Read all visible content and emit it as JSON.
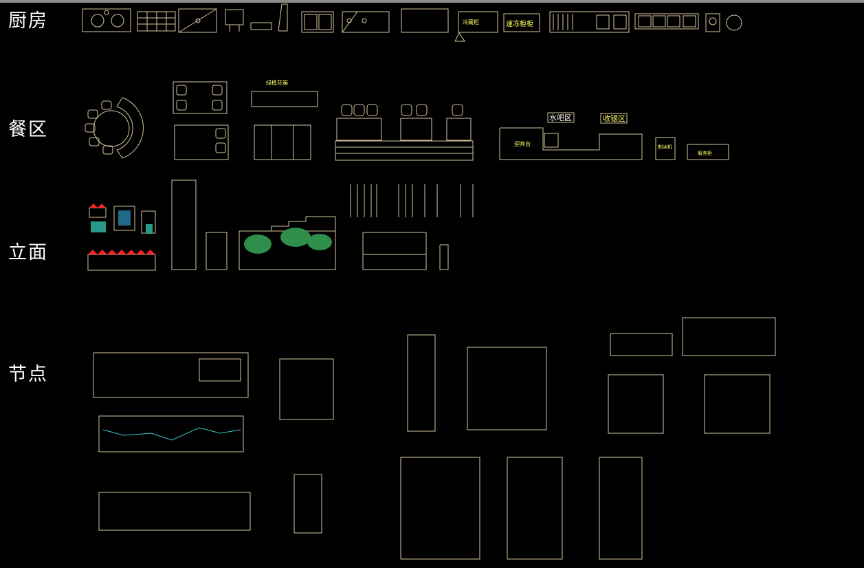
{
  "sections": {
    "kitchen": "厨房",
    "dining": "餐区",
    "elevation": "立面",
    "nodes": "节点"
  },
  "kitchen_labels": {
    "cold_cabinet": "冷藏柜",
    "freezer_cabinet": "速冻柜柜"
  },
  "dining_labels": {
    "water_bar": "水吧区",
    "cashier": "收银区",
    "reception": "迎宾台",
    "plant_box": "绿植花箱",
    "machine_cabinet": "制冰机",
    "service_cabinet": "服务柜"
  },
  "colors": {
    "background": "#000000",
    "line": "#d8c9a0",
    "text": "#ffffff",
    "highlight": "#ffff66",
    "plant": "#2f8f4a",
    "flower": "#ff2020",
    "cyan": "#33cccc"
  }
}
